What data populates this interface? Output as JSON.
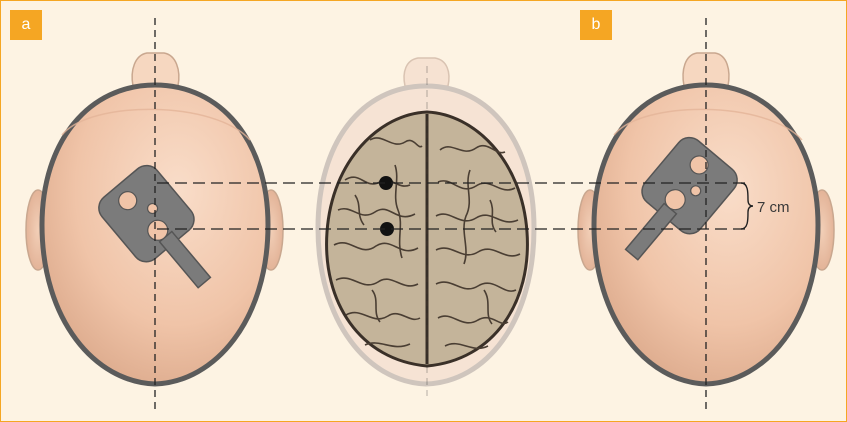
{
  "panels": {
    "a": {
      "label": "a"
    },
    "b": {
      "label": "b"
    }
  },
  "measurement": {
    "text": "7 cm"
  },
  "colors": {
    "background": "#fdf3e3",
    "accent": "#f5a623",
    "head_fill": "#f2c9ae",
    "head_outline": "#5b5b5b",
    "brain_fill": "#c4b49a",
    "stimulator": "#7b7b7b"
  }
}
